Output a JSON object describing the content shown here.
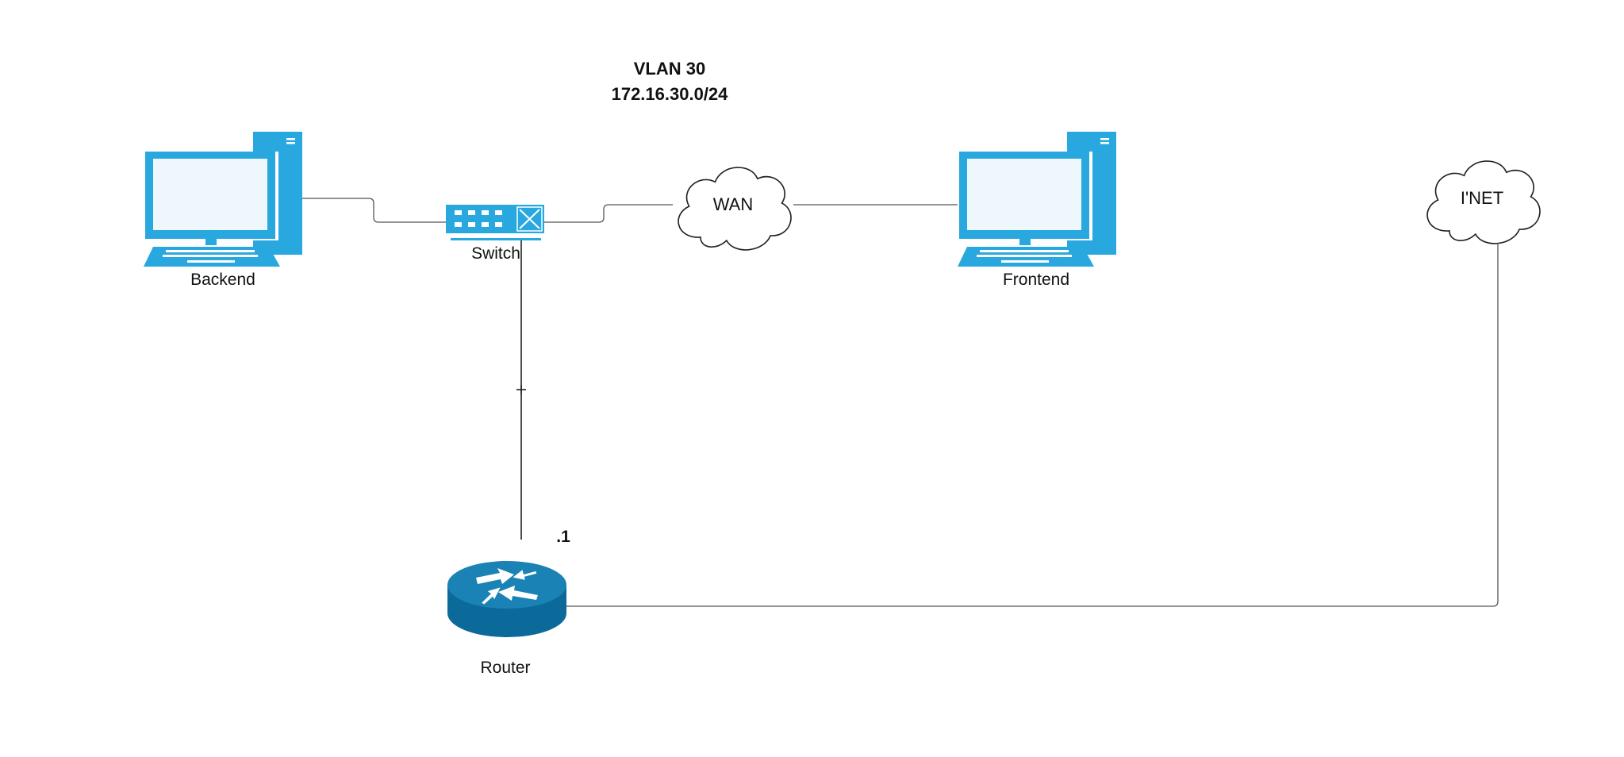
{
  "vlan": {
    "name": "VLAN 30",
    "subnet": "172.16.30.0/24"
  },
  "nodes": {
    "backend": {
      "label": "Backend",
      "icon": "desktop-computer-icon"
    },
    "switch": {
      "label": "Switch",
      "icon": "network-switch-icon"
    },
    "wan": {
      "label": "WAN",
      "icon": "cloud-icon"
    },
    "frontend": {
      "label": "Frontend",
      "icon": "desktop-computer-icon"
    },
    "inet": {
      "label": "I'NET",
      "icon": "cloud-icon"
    },
    "router": {
      "label": "Router",
      "icon": "router-icon",
      "address": ".1"
    }
  },
  "edges": [
    {
      "from": "backend",
      "to": "switch"
    },
    {
      "from": "switch",
      "to": "wan"
    },
    {
      "from": "wan",
      "to": "frontend"
    },
    {
      "from": "switch",
      "to": "router",
      "marker": "+"
    },
    {
      "from": "router",
      "to": "inet"
    }
  ],
  "colors": {
    "computer_blue": "#29a8e0",
    "router_blue": "#0b6a9a",
    "line": "#555555"
  }
}
